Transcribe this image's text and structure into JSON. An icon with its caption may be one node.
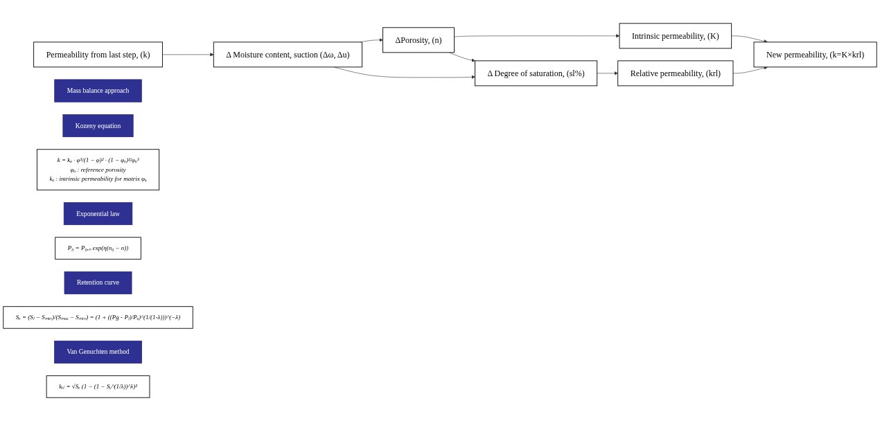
{
  "diagram": {
    "nodes": [
      {
        "text": [
          "Permeability from last step, (k)"
        ]
      },
      {
        "text": [
          "Δ Moisture content, suction (Δω, Δu)"
        ]
      },
      {
        "text": [
          "ΔPorosity, (n)"
        ]
      },
      {
        "text": [
          "Δ Degree of saturation, (sl%)"
        ]
      },
      {
        "text": [
          "Intrinsic permeability, (K)"
        ]
      },
      {
        "text": [
          "Relative permeability, (krl)"
        ]
      },
      {
        "text": [
          "New permeability, (k=K×krl)"
        ]
      },
      {
        "text": [
          "Mass balance approach"
        ]
      },
      {
        "text": [
          "Kozeny equation"
        ]
      },
      {
        "text": [
          "k = kₒ · φ³/(1 − φ)² · (1 − φₒ)²/φₒ³",
          "φₒ : reference porosity",
          "kₒ : intrinsic permeability for matrix φₒ"
        ]
      },
      {
        "text": [
          "Exponential law"
        ]
      },
      {
        "text": [
          "P₀ = P₀,ₙ exp(η(n₀ − n))"
        ]
      },
      {
        "text": [
          "Retention curve"
        ]
      },
      {
        "text": [
          "Sₑ = (Sₗ − Sₘᵢₙ)/(Sₘₐₓ − Sₘᵢₙ) = (1 + ((Pg - Pₗ)/Pₒ)^(1/(1-λ)))^(−λ)"
        ]
      },
      {
        "text": [
          "Van Genuchten method"
        ]
      },
      {
        "text": [
          "kᵣₗ = √Sₑ (1 − (1 − Sₑ^(1/λ))^λ)²"
        ]
      }
    ],
    "edges": [
      {
        "from": 0,
        "to": 1,
        "arrow": "to"
      },
      {
        "from": 1,
        "to": 2,
        "arrow": "to"
      },
      {
        "from": 1,
        "to": 3,
        "arrow": "to"
      },
      {
        "from": 2,
        "to": 4,
        "arrow": "to"
      },
      {
        "from": 2,
        "to": 3,
        "arrow": "to"
      },
      {
        "from": 3,
        "to": 5,
        "arrow": "to"
      },
      {
        "from": 4,
        "to": 6,
        "arrow": "to"
      },
      {
        "from": 5,
        "to": 6,
        "arrow": "to"
      }
    ]
  }
}
